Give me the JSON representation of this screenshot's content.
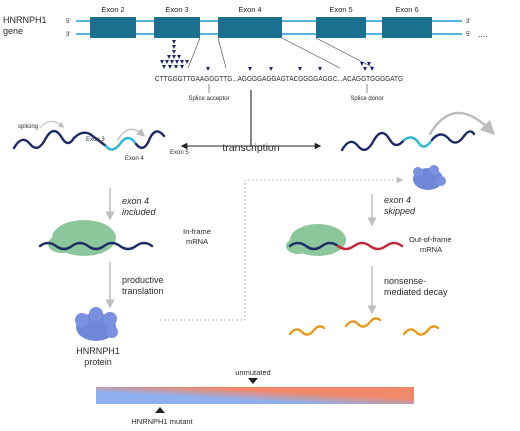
{
  "gene": {
    "label_line1": "HNRNPH1",
    "label_line2": "gene",
    "strand_top_left": "5'",
    "strand_top_right": "3'",
    "strand_bottom_left": "3'",
    "strand_bottom_right": "5'",
    "ellipsis": "....",
    "exons": [
      "Exon 2",
      "Exon 3",
      "Exon 4",
      "Exon 5",
      "Exon 6"
    ]
  },
  "sequence": {
    "text": "CTTGGGTTGAAGGGTTG...AGGGGAGGAGTACGGGGAGGC...ACAGGTGGGGATG",
    "splice_acceptor": "Splice acceptor",
    "splice_donor": "Splice donor"
  },
  "mrna_labels": {
    "splicing": "splicing",
    "exon3": "Exon 3",
    "exon4": "Exon 4",
    "exon5": "Exon 5",
    "transcription": "transcription"
  },
  "left_path": {
    "exon4_included_line1": "exon 4",
    "exon4_included_line2": "included",
    "inframe_line1": "In-frame",
    "inframe_line2": "mRNA",
    "productive_line1": "productive",
    "productive_line2": "translation",
    "protein_line1": "HNRNPH1",
    "protein_line2": "protein"
  },
  "right_path": {
    "exon4_skipped_line1": "exon 4",
    "exon4_skipped_line2": "skipped",
    "outframe_line1": "Out-of-frame",
    "outframe_line2": "mRNA",
    "nmd_line1": "nonsense-",
    "nmd_line2": "mediated decay"
  },
  "gradient_bar": {
    "unmutated": "unmutated",
    "mutant": "HNRNPH1 mutant"
  },
  "colors": {
    "exon": "#1b6f8f",
    "strand": "#1e9ad6",
    "rna_dark": "#1c2a66",
    "rna_light": "#2bb7d1",
    "red_rna": "#c0283a",
    "ribosome": "#8bc79a",
    "protein": "#6f86d9",
    "decay": "#e59a1c",
    "bar_blue": "#7ea3e6",
    "bar_orange": "#f0876b",
    "arrow_gray": "#bdbdbd"
  }
}
